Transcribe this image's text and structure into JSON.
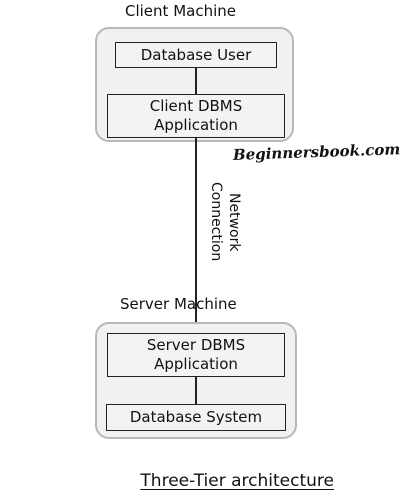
{
  "client": {
    "label": "Client Machine",
    "top_box": "Database User",
    "bottom_box_lines": [
      "Client DBMS",
      "Application"
    ]
  },
  "connection": {
    "label_lines": [
      "Network",
      "Connection"
    ]
  },
  "watermark": "Beginnersbook.com",
  "server": {
    "label": "Server Machine",
    "top_box_lines": [
      "Server DBMS",
      "Application"
    ],
    "bottom_box": "Database System"
  },
  "title": "Three-Tier architecture"
}
